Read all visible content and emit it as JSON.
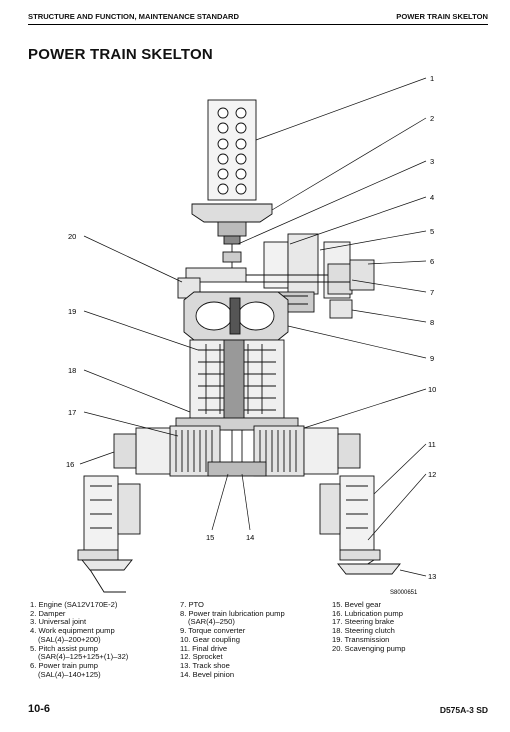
{
  "header": {
    "left": "STRUCTURE AND FUNCTION, MAINTENANCE STANDARD",
    "right": "POWER TRAIN SKELTON"
  },
  "page_title": "POWER TRAIN SKELTON",
  "figure": {
    "callouts": [
      "1",
      "2",
      "3",
      "4",
      "5",
      "6",
      "7",
      "8",
      "9",
      "10",
      "11",
      "12",
      "13",
      "14",
      "15",
      "16",
      "17",
      "18",
      "19",
      "20"
    ],
    "figure_code": "S8000651"
  },
  "legend": {
    "col1": [
      {
        "label": "1. Engine (SA12V170E-2)"
      },
      {
        "label": "2. Damper"
      },
      {
        "label": "3. Universal joint"
      },
      {
        "label": "4. Work equipment pump",
        "sub": "(SAL(4)–200+200)"
      },
      {
        "label": "5. Pitch assist pump",
        "sub": "(SAR(4)–125+125+(1)–32)"
      },
      {
        "label": "6. Power train pump",
        "sub": "(SAL(4)–140+125)"
      }
    ],
    "col2": [
      {
        "label": "7. PTO"
      },
      {
        "label": "8. Power train lubrication pump",
        "sub": "(SAR(4)–250)"
      },
      {
        "label": "9. Torque converter"
      },
      {
        "label": "10. Gear coupling"
      },
      {
        "label": "11. Final drive"
      },
      {
        "label": "12. Sprocket"
      },
      {
        "label": "13. Track shoe"
      },
      {
        "label": "14. Bevel pinion"
      }
    ],
    "col3": [
      {
        "label": "15. Bevel gear"
      },
      {
        "label": "16. Lubrication pump"
      },
      {
        "label": "17. Steering brake"
      },
      {
        "label": "18. Steering clutch"
      },
      {
        "label": "19. Transmission"
      },
      {
        "label": "20. Scavenging pump"
      }
    ]
  },
  "footer": {
    "page": "10-6",
    "model": "D575A-3 SD"
  }
}
